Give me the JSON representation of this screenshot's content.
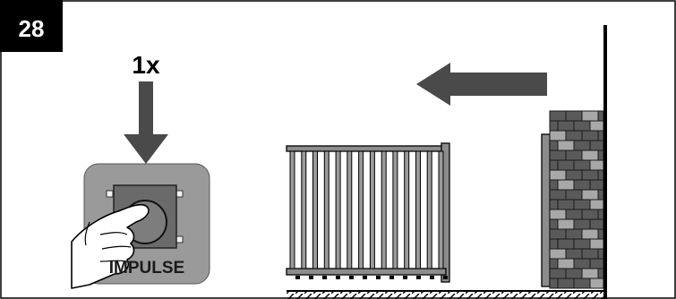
{
  "step": {
    "number": "28"
  },
  "press": {
    "count": "1x"
  },
  "button": {
    "label": "IMPULSE"
  },
  "colors": {
    "border": "#000000",
    "badge": "#000000",
    "arrow": "#4a4a4a",
    "panel": "#9a9a9a",
    "button_face": "#6a6a6a",
    "gate_bars": "#8c8c8c",
    "brick_dark": "#5a5a5a",
    "brick_light": "#a8a8a8"
  },
  "icons": {
    "press_arrow": "arrow-down-icon",
    "motion_arrow": "arrow-left-icon",
    "hand": "pointing-hand-icon"
  }
}
